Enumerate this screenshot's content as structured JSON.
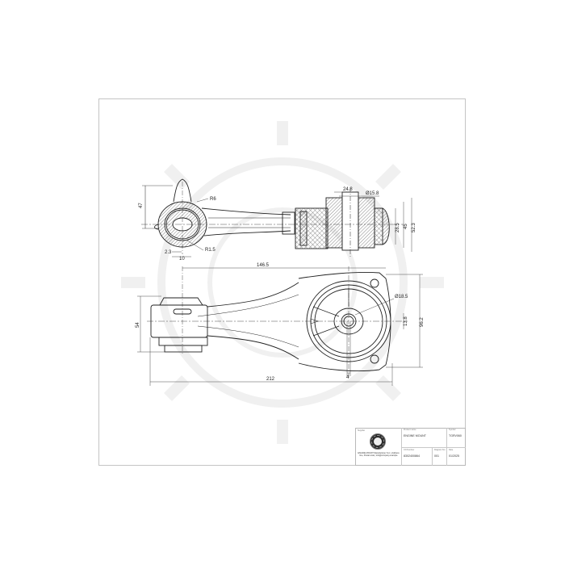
{
  "drawing": {
    "title": "Engine mount technical drawing",
    "watermark": "brand gear logo watermark",
    "top_view": {
      "dimensions": {
        "height_left": "47",
        "radius_top": "R6",
        "radius_bottom": "R1.5",
        "offset_small": "2.3",
        "width_bottom": "10",
        "bushing_width": "24.8",
        "bore_diameter": "Ø15.8",
        "inner_height": "28.5",
        "mid_height": "45",
        "outer_height": "52.3"
      }
    },
    "bottom_view": {
      "dimensions": {
        "center_distance": "146.5",
        "overall_length": "212",
        "left_height": "54",
        "hole_diameter": "Ø18.5",
        "bore_offset": "13.8",
        "flange_height": "96.2",
        "slot_width": "4"
      }
    }
  },
  "title_block": {
    "company_label": "Supplier",
    "company_text": "ENGINE MOUNT Manufacturer S.A. | Address line, Postal code | info@company.example",
    "product_name_label": "Product name",
    "product_name": "ENGINE MOUNT",
    "symbol_label": "Symbol",
    "symbol": "TGRV060",
    "cn_code_label": "CN Number",
    "cn_code": "8302400864",
    "diagram_no_label": "Diagram No.",
    "diagram_no": "001",
    "date_label": "Date",
    "date": "01/2025"
  }
}
